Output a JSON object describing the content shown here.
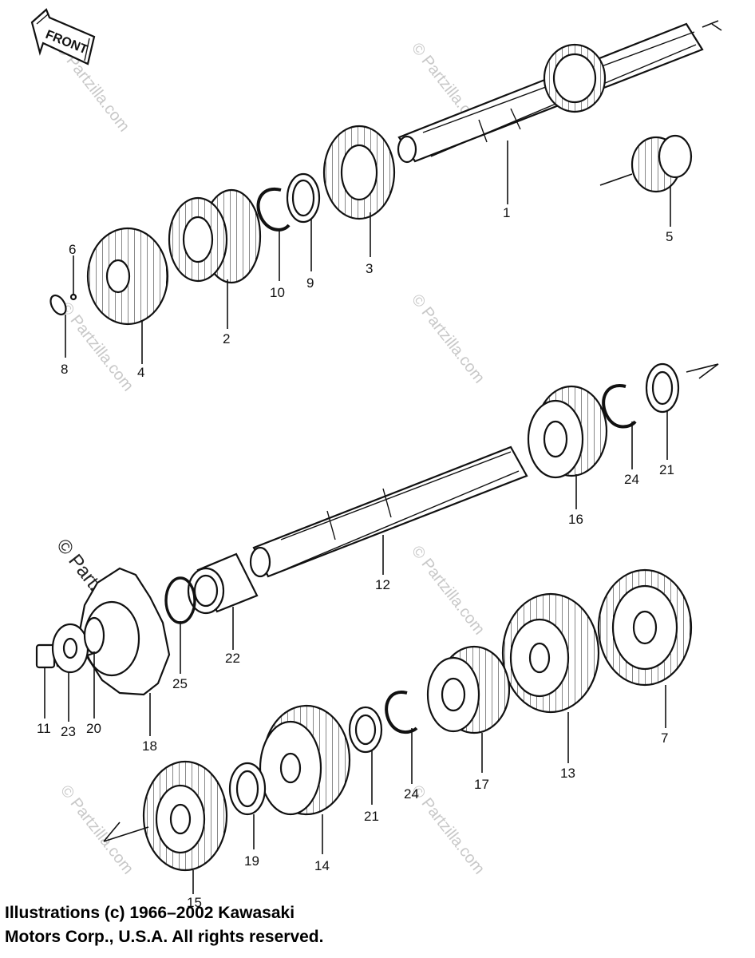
{
  "front_badge": "FRONT",
  "watermark": "© Partzilla.com",
  "callouts": [
    "1",
    "5",
    "3",
    "9",
    "10",
    "2",
    "6",
    "4",
    "8",
    "16",
    "24",
    "21",
    "12",
    "22",
    "25",
    "18",
    "11",
    "23",
    "20",
    "7",
    "13",
    "17",
    "24",
    "21",
    "14",
    "19",
    "15"
  ],
  "footer": {
    "line1": "Illustrations (c) 1966–2002 Kawasaki",
    "line2": "Motors Corp., U.S.A.  All rights reserved."
  }
}
